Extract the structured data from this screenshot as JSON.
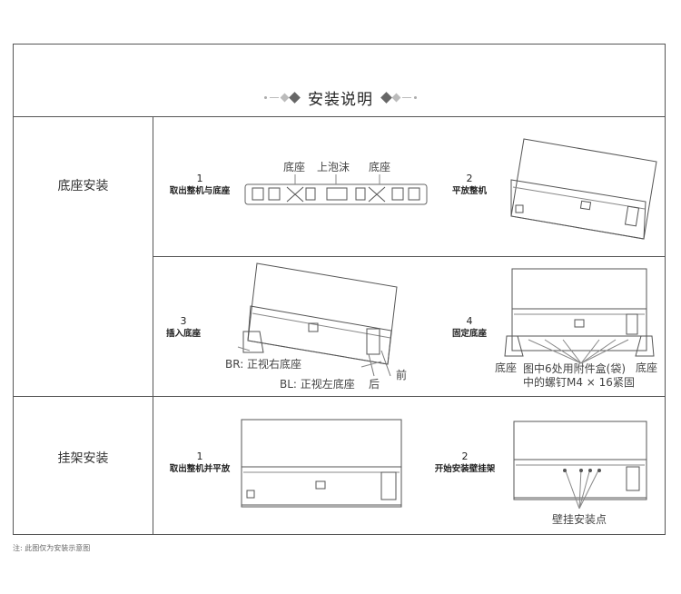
{
  "title": "安装说明",
  "sections": [
    {
      "label": "底座安装",
      "steps": [
        {
          "num": "1",
          "text": "取出整机与底座",
          "labels": [
            "底座",
            "上泡沫",
            "底座"
          ]
        },
        {
          "num": "2",
          "text": "平放整机"
        },
        {
          "num": "3",
          "text": "插入底座",
          "labels": [
            "BR: 正视右底座",
            "BL: 正视左底座",
            "后",
            "前"
          ]
        },
        {
          "num": "4",
          "text": "固定底座",
          "labels": [
            "底座",
            "图中6处用附件盒(袋)",
            "中的螺钉M4 × 16紧固",
            "底座"
          ]
        }
      ]
    },
    {
      "label": "挂架安装",
      "steps": [
        {
          "num": "1",
          "text": "取出整机并平放"
        },
        {
          "num": "2",
          "text": "开始安装壁挂架",
          "labels": [
            "壁挂安装点"
          ]
        }
      ]
    }
  ],
  "footnote": "注: 此图仅为安装示意图"
}
